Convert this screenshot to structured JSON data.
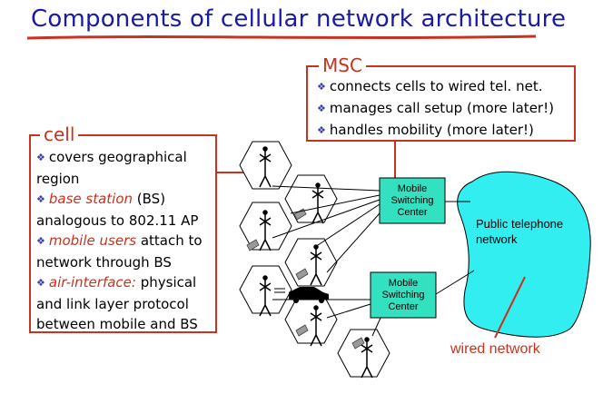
{
  "title": "Components of cellular network architecture",
  "msc_box": {
    "header": "MSC",
    "bullets": [
      "connects cells to wired tel. net.",
      "manages call setup (more later!)",
      "handles mobility (more later!)"
    ]
  },
  "cell_box": {
    "header": "cell",
    "b1_l1": "covers geographical",
    "b1_l2": "region",
    "b2_term": "base station",
    "b2_rest": " (BS)",
    "b2_l2": "analogous to 802.11 AP",
    "b3_term": "mobile users",
    "b3_rest": " attach to",
    "b3_l2": "network through BS",
    "b4_term": "air-interface:",
    "b4_rest": " physical",
    "b4_l2": "and link layer protocol",
    "b4_l3": "between mobile and BS"
  },
  "msc_node_1": [
    "Mobile",
    "Switching",
    "Center"
  ],
  "msc_node_2": [
    "Mobile",
    "Switching",
    "Center"
  ],
  "public_network": [
    "Public telephone",
    "network"
  ],
  "wired_label": "wired network",
  "colors": {
    "title": "#1a1aa8",
    "accent_red": "#c8321e",
    "msc_fill": "#33e0c0",
    "cloud_fill": "#33eef0",
    "bullet": "#3a3aa8"
  }
}
